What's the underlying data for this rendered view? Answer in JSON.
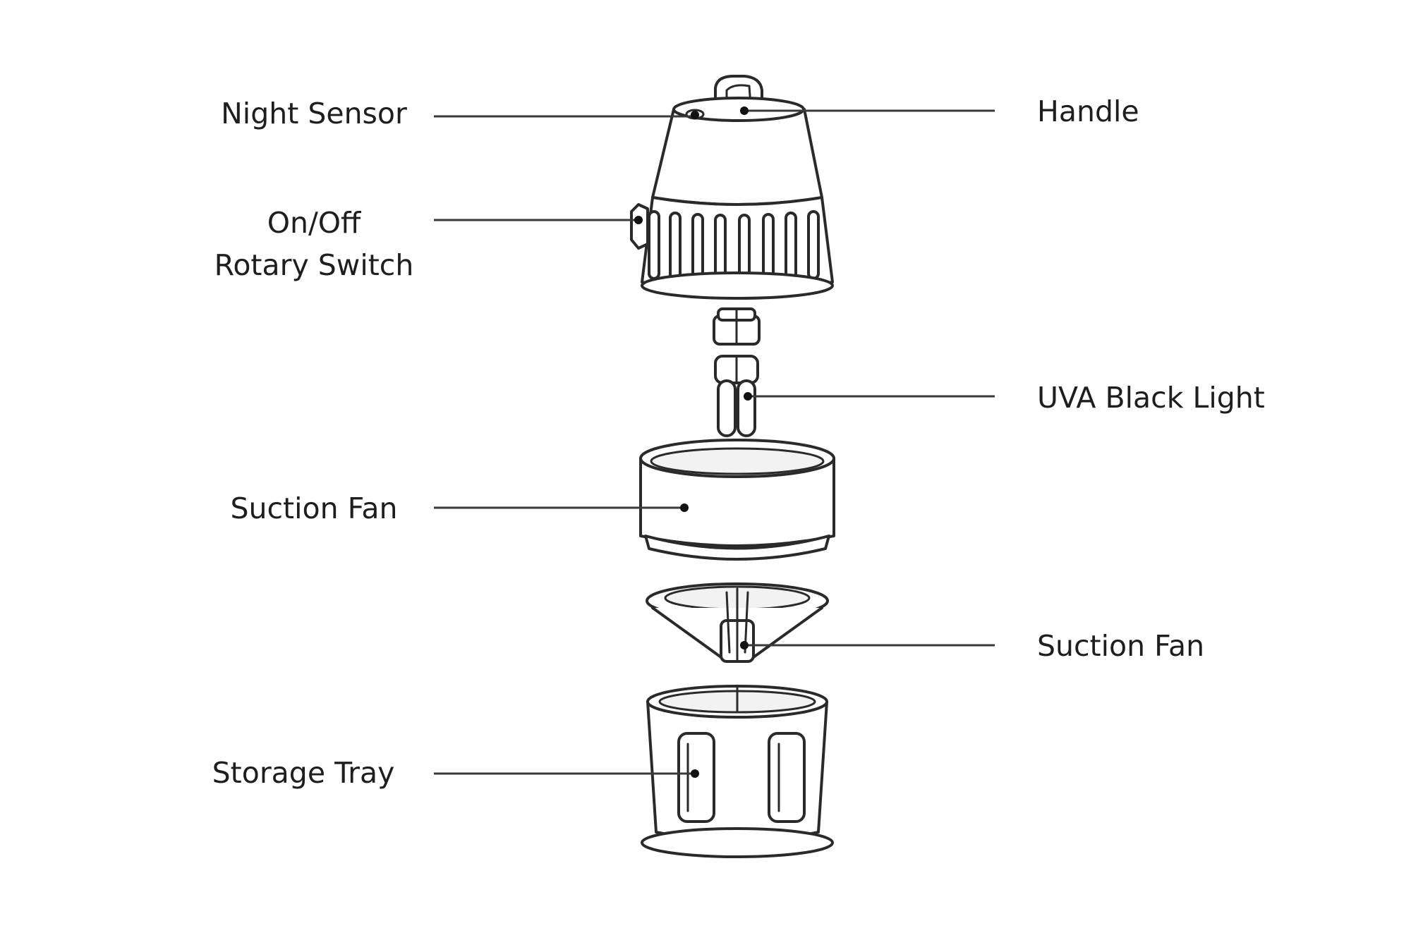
{
  "labels": {
    "night_sensor": "Night Sensor",
    "handle": "Handle",
    "switch_line1": "On/Off",
    "switch_line2": "Rotary Switch",
    "uva_light": "UVA Black Light",
    "suction_fan_body": "Suction Fan",
    "suction_fan_blade": "Suction Fan",
    "storage_tray": "Storage Tray"
  }
}
